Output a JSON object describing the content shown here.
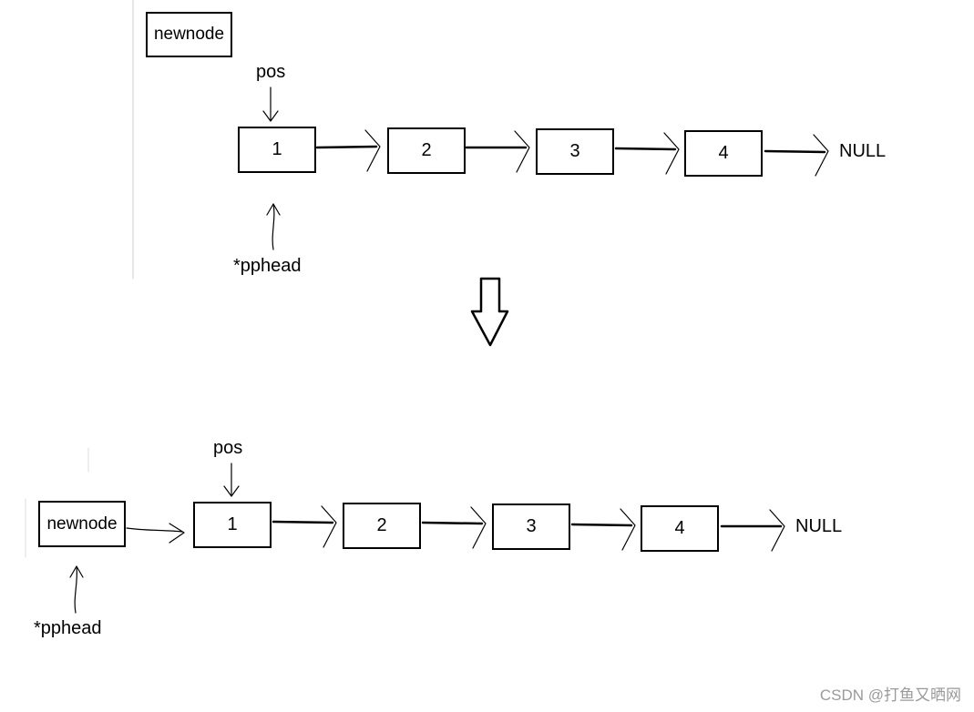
{
  "before": {
    "newnode_label": "newnode",
    "pos_label": "pos",
    "pphead_label": "*pphead",
    "nodes": [
      "1",
      "2",
      "3",
      "4"
    ],
    "null_label": "NULL"
  },
  "after": {
    "newnode_label": "newnode",
    "pos_label": "pos",
    "pphead_label": "*pphead",
    "nodes": [
      "1",
      "2",
      "3",
      "4"
    ],
    "null_label": "NULL"
  },
  "watermark": "CSDN @打鱼又晒网"
}
